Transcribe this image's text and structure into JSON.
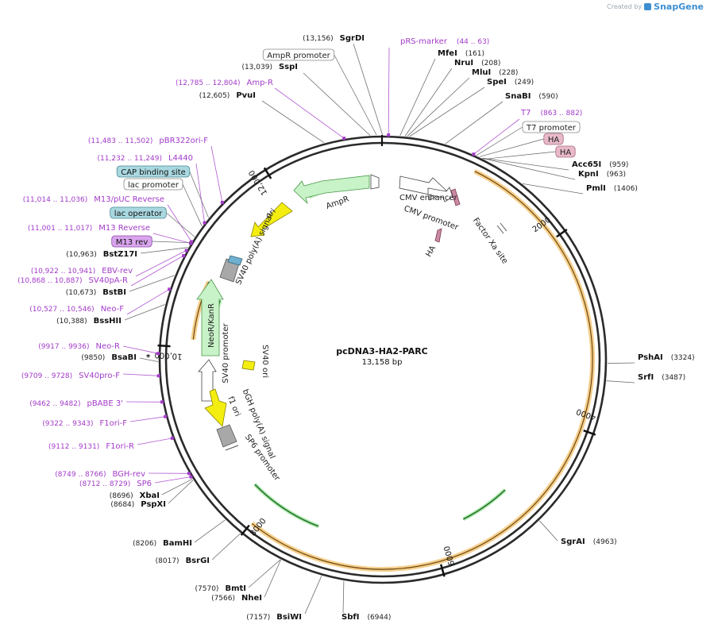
{
  "header": {
    "created_by": "Created by",
    "brand": "SnapGene"
  },
  "plasmid": {
    "name": "pcDNA3-HA2-PARC",
    "length_text": "13,158 bp",
    "length": 13158
  },
  "colors": {
    "enzyme": "#111111",
    "primer": "#a33bc9",
    "backbone": "#222222",
    "orf_arc": "#f0a830",
    "orf_green": "#2e7d32"
  },
  "ticks": [
    {
      "bp": 2000,
      "text": "2000"
    },
    {
      "bp": 4000,
      "text": "4000"
    },
    {
      "bp": 6000,
      "text": "6000"
    },
    {
      "bp": 8000,
      "text": "8000"
    },
    {
      "bp": 10000,
      "text": "10,000"
    },
    {
      "bp": 12000,
      "text": "12,000"
    }
  ],
  "enzymes": [
    {
      "name": "SgrDI",
      "pos": "(13,156)",
      "site": 13156
    },
    {
      "name": "SspI",
      "pos": "(13,039)",
      "site": 13039
    },
    {
      "name": "PvuI",
      "pos": "(12,605)",
      "site": 12605
    },
    {
      "name": "MfeI",
      "pos": "(161)",
      "site": 161
    },
    {
      "name": "NruI",
      "pos": "(208)",
      "site": 208
    },
    {
      "name": "MluI",
      "pos": "(228)",
      "site": 228
    },
    {
      "name": "SpeI",
      "pos": "(249)",
      "site": 249
    },
    {
      "name": "SnaBI",
      "pos": "(590)",
      "site": 590
    },
    {
      "name": "Acc65I",
      "pos": "(959)",
      "site": 959
    },
    {
      "name": "KpnI",
      "pos": "(963)",
      "site": 963
    },
    {
      "name": "PmlI",
      "pos": "(1406)",
      "site": 1406
    },
    {
      "name": "PshAI",
      "pos": "(3324)",
      "site": 3324
    },
    {
      "name": "SrfI",
      "pos": "(3487)",
      "site": 3487
    },
    {
      "name": "SgrAI",
      "pos": "(4963)",
      "site": 4963
    },
    {
      "name": "SbfI",
      "pos": "(6944)",
      "site": 6944
    },
    {
      "name": "BsiWI",
      "pos": "(7157)",
      "site": 7157
    },
    {
      "name": "NheI",
      "pos": "(7566)",
      "site": 7566
    },
    {
      "name": "BmtI",
      "pos": "(7570)",
      "site": 7570
    },
    {
      "name": "BsrGI",
      "pos": "(8017)",
      "site": 8017
    },
    {
      "name": "BamHI",
      "pos": "(8206)",
      "site": 8206
    },
    {
      "name": "PspXI",
      "pos": "(8684)",
      "site": 8684
    },
    {
      "name": "XbaI",
      "pos": "(8696)",
      "site": 8696
    },
    {
      "name": "BsaBI",
      "pos": "(9850)",
      "site": 9850,
      "suffix": "*"
    },
    {
      "name": "BssHII",
      "pos": "(10,388)",
      "site": 10388
    },
    {
      "name": "BstBI",
      "pos": "(10,673)",
      "site": 10673
    },
    {
      "name": "BstZ17I",
      "pos": "(10,963)",
      "site": 10963
    }
  ],
  "primers": [
    {
      "name": "pRS-marker",
      "range": "(44 .. 63)",
      "site": 53
    },
    {
      "name": "Amp-R",
      "range": "(12,785 .. 12,804)",
      "site": 12795
    },
    {
      "name": "T7",
      "range": "(863 .. 882)",
      "site": 872
    },
    {
      "name": "pBR322ori-F",
      "range": "(11,483 .. 11,502)",
      "site": 11492
    },
    {
      "name": "L4440",
      "range": "(11,232 .. 11,249)",
      "site": 11240
    },
    {
      "name": "M13/pUC Reverse",
      "range": "(11,014 .. 11,036)",
      "site": 11025
    },
    {
      "name": "M13 Reverse",
      "range": "(11,001 .. 11,017)",
      "site": 11009
    },
    {
      "name": "EBV-rev",
      "range": "(10,922 .. 10,941)",
      "site": 10931
    },
    {
      "name": "SV40pA-R",
      "range": "(10,868 .. 10,887)",
      "site": 10877
    },
    {
      "name": "Neo-F",
      "range": "(10,527 .. 10,546)",
      "site": 10536
    },
    {
      "name": "Neo-R",
      "range": "(9917 .. 9936)",
      "site": 9926
    },
    {
      "name": "SV40pro-F",
      "range": "(9709 .. 9728)",
      "site": 9718
    },
    {
      "name": "pBABE 3'",
      "range": "(9462 .. 9482)",
      "site": 9472
    },
    {
      "name": "F1ori-F",
      "range": "(9322 .. 9343)",
      "site": 9332
    },
    {
      "name": "F1ori-R",
      "range": "(9112 .. 9131)",
      "site": 9121
    },
    {
      "name": "BGH-rev",
      "range": "(8749 .. 8766)",
      "site": 8757
    },
    {
      "name": "SP6",
      "range": "(8712 .. 8729)",
      "site": 8720
    }
  ],
  "boxed_features": [
    {
      "name": "AmpR promoter",
      "style": "white"
    },
    {
      "name": "T7 promoter",
      "style": "white"
    },
    {
      "name": "HA",
      "style": "pink"
    },
    {
      "name": "HA",
      "style": "pink"
    },
    {
      "name": "CAP binding site",
      "style": "cyan"
    },
    {
      "name": "lac promoter",
      "style": "white"
    },
    {
      "name": "lac operator",
      "style": "cyan"
    },
    {
      "name": "M13 rev",
      "style": "violet"
    }
  ],
  "inner_labels": [
    {
      "name": "CMV enhancer"
    },
    {
      "name": "CMV promoter"
    },
    {
      "name": "HA"
    },
    {
      "name": "Factor Xa site"
    },
    {
      "name": "AmpR"
    },
    {
      "name": "ori"
    },
    {
      "name": "SV40 poly(A) signal"
    },
    {
      "name": "NeoR/KanR"
    },
    {
      "name": "SV40 promoter"
    },
    {
      "name": "SV40 ori"
    },
    {
      "name": "bGH poly(A) signal"
    },
    {
      "name": "f1 ori"
    },
    {
      "name": "SP6 promoter"
    }
  ]
}
